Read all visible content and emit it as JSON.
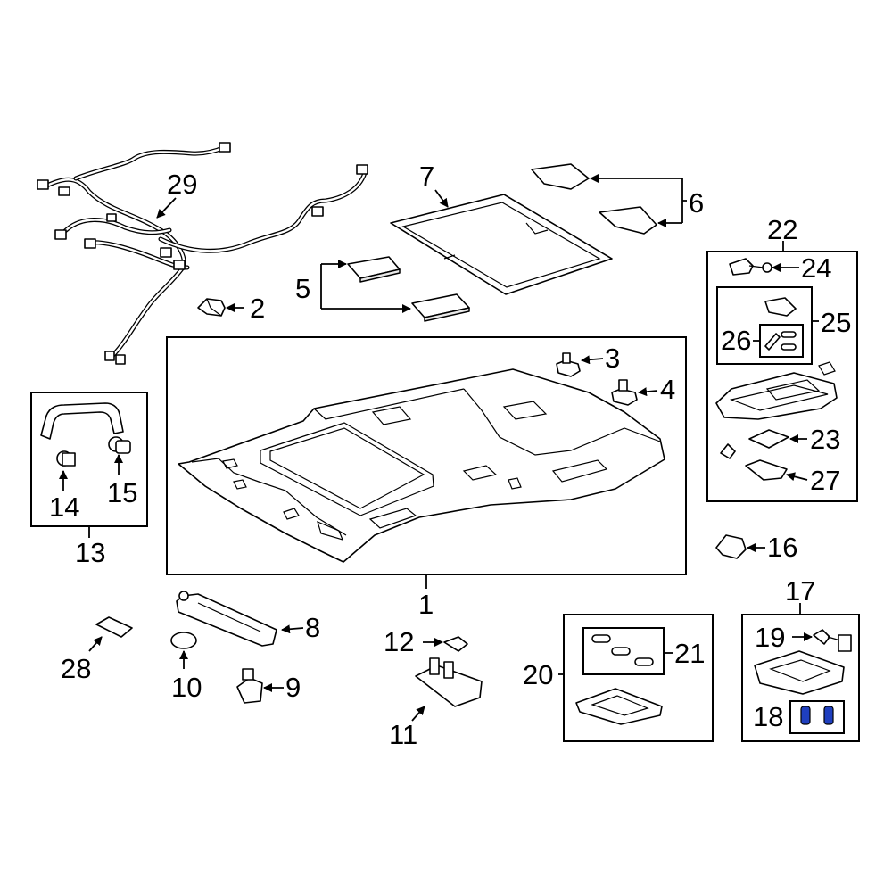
{
  "accent_color": "#1f3fbf",
  "callouts": {
    "c1": "1",
    "c2": "2",
    "c3": "3",
    "c4": "4",
    "c5": "5",
    "c6": "6",
    "c7": "7",
    "c8": "8",
    "c9": "9",
    "c10": "10",
    "c11": "11",
    "c12": "12",
    "c13": "13",
    "c14": "14",
    "c15": "15",
    "c16": "16",
    "c17": "17",
    "c18": "18",
    "c19": "19",
    "c20": "20",
    "c21": "21",
    "c22": "22",
    "c23": "23",
    "c24": "24",
    "c25": "25",
    "c26": "26",
    "c27": "27",
    "c28": "28",
    "c29": "29"
  }
}
